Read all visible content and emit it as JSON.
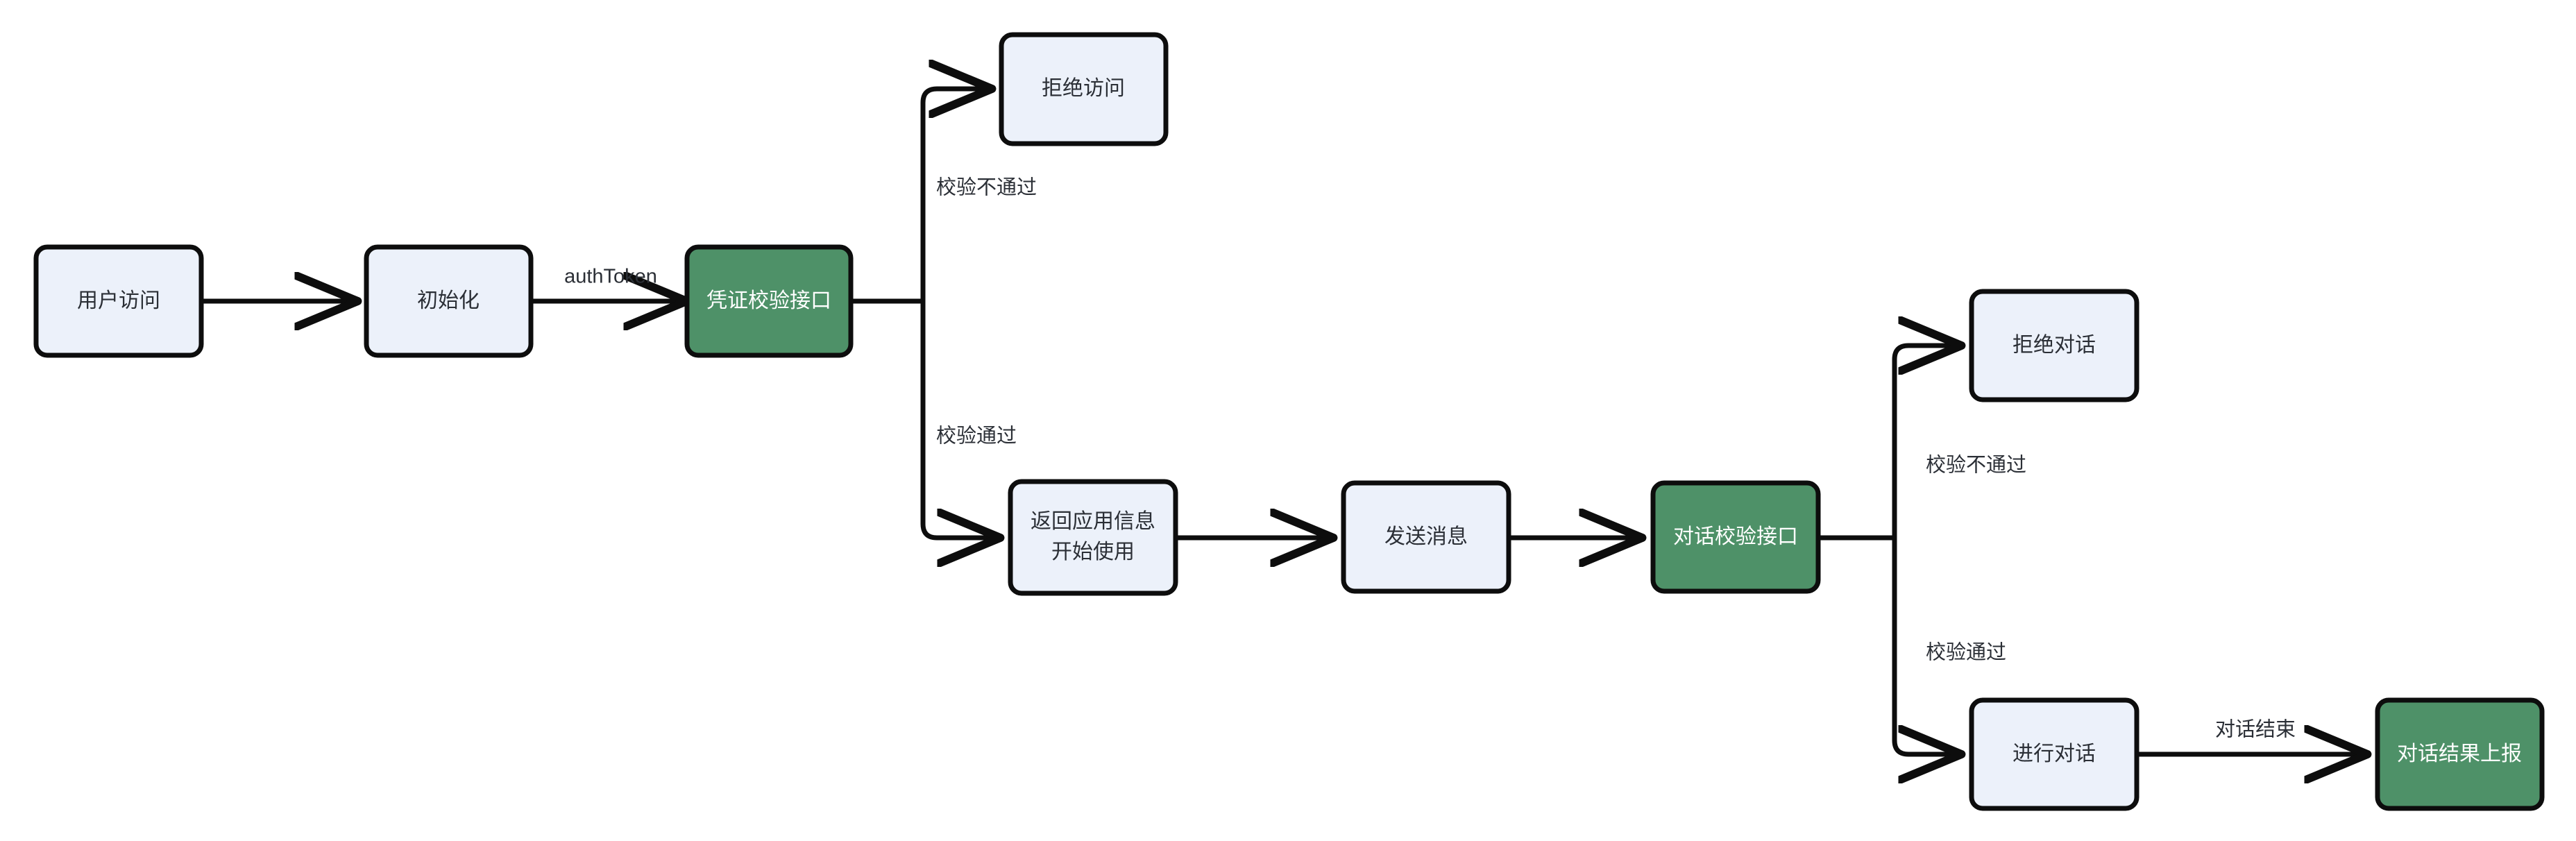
{
  "diagram": {
    "type": "flowchart",
    "orientation": "left-to-right",
    "background_color": "#ffffff",
    "palette": {
      "node_fill_default": "#ecf1fa",
      "node_fill_accent": "#4e9168",
      "node_stroke": "#0d0d0d",
      "text_default": "#2b2f36",
      "text_on_accent": "#ffffff",
      "edge_stroke": "#0d0d0d"
    },
    "nodes": [
      {
        "id": "user_access",
        "label": "用户访问",
        "style": "default"
      },
      {
        "id": "init",
        "label": "初始化",
        "style": "default"
      },
      {
        "id": "cred_verify_api",
        "label": "凭证校验接口",
        "style": "accent"
      },
      {
        "id": "deny_access",
        "label": "拒绝访问",
        "style": "default"
      },
      {
        "id": "return_app_info",
        "label_line1": "返回应用信息",
        "label_line2": "开始使用",
        "style": "default"
      },
      {
        "id": "send_message",
        "label": "发送消息",
        "style": "default"
      },
      {
        "id": "chat_verify_api",
        "label": "对话校验接口",
        "style": "accent"
      },
      {
        "id": "deny_chat",
        "label": "拒绝对话",
        "style": "default"
      },
      {
        "id": "do_chat",
        "label": "进行对话",
        "style": "default"
      },
      {
        "id": "report_result",
        "label": "对话结果上报",
        "style": "accent"
      }
    ],
    "edges": [
      {
        "from": "user_access",
        "to": "init",
        "label": ""
      },
      {
        "from": "init",
        "to": "cred_verify_api",
        "label": "authToken"
      },
      {
        "from": "cred_verify_api",
        "to": "deny_access",
        "label": "校验不通过"
      },
      {
        "from": "cred_verify_api",
        "to": "return_app_info",
        "label": "校验通过"
      },
      {
        "from": "return_app_info",
        "to": "send_message",
        "label": ""
      },
      {
        "from": "send_message",
        "to": "chat_verify_api",
        "label": ""
      },
      {
        "from": "chat_verify_api",
        "to": "deny_chat",
        "label": "校验不通过"
      },
      {
        "from": "chat_verify_api",
        "to": "do_chat",
        "label": "校验通过"
      },
      {
        "from": "do_chat",
        "to": "report_result",
        "label": "对话结束"
      }
    ],
    "edge_labels": {
      "auth_token": "authToken",
      "cred_fail": "校验不通过",
      "cred_pass": "校验通过",
      "chat_fail": "校验不通过",
      "chat_pass": "校验通过",
      "chat_end": "对话结束"
    }
  }
}
